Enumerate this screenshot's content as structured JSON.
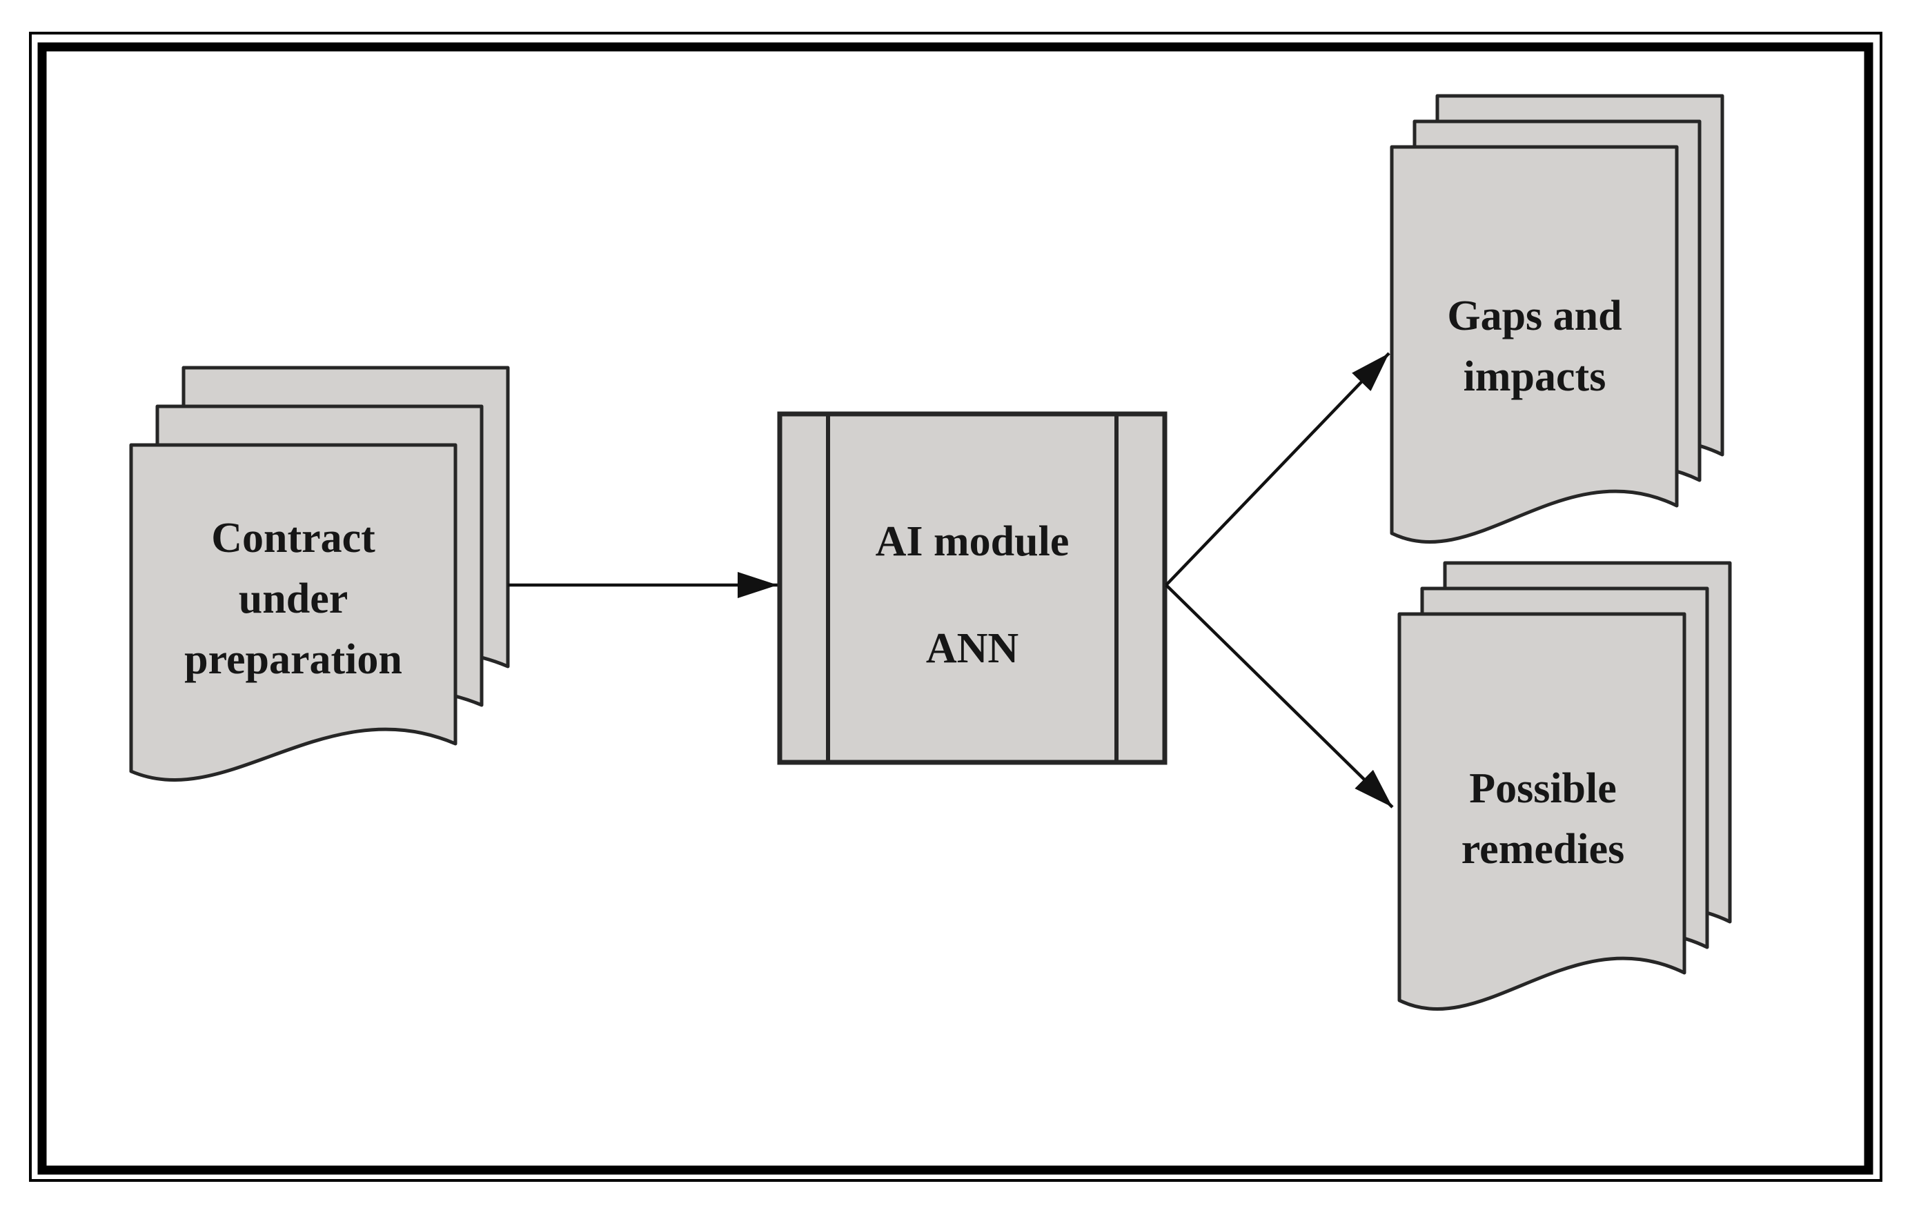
{
  "diagram": {
    "type": "flowchart",
    "colors": {
      "shape": "#d3d1cf",
      "shape_stroke": "#262626",
      "text": "#161616",
      "arrow": "#111111",
      "frame": "#000000",
      "background": "#ffffff"
    },
    "nodes": {
      "contract": {
        "shape": "document-stack",
        "lines": [
          "Contract",
          "under",
          "preparation"
        ]
      },
      "ai_module": {
        "shape": "predefined-process",
        "lines": [
          "AI module",
          "ANN"
        ]
      },
      "gaps": {
        "shape": "document-stack",
        "lines": [
          "Gaps and",
          "impacts"
        ]
      },
      "remedies": {
        "shape": "document-stack",
        "lines": [
          "Possible",
          "remedies"
        ]
      }
    },
    "edges": [
      {
        "from": "contract",
        "to": "ai_module"
      },
      {
        "from": "ai_module",
        "to": "gaps"
      },
      {
        "from": "ai_module",
        "to": "remedies"
      }
    ]
  }
}
